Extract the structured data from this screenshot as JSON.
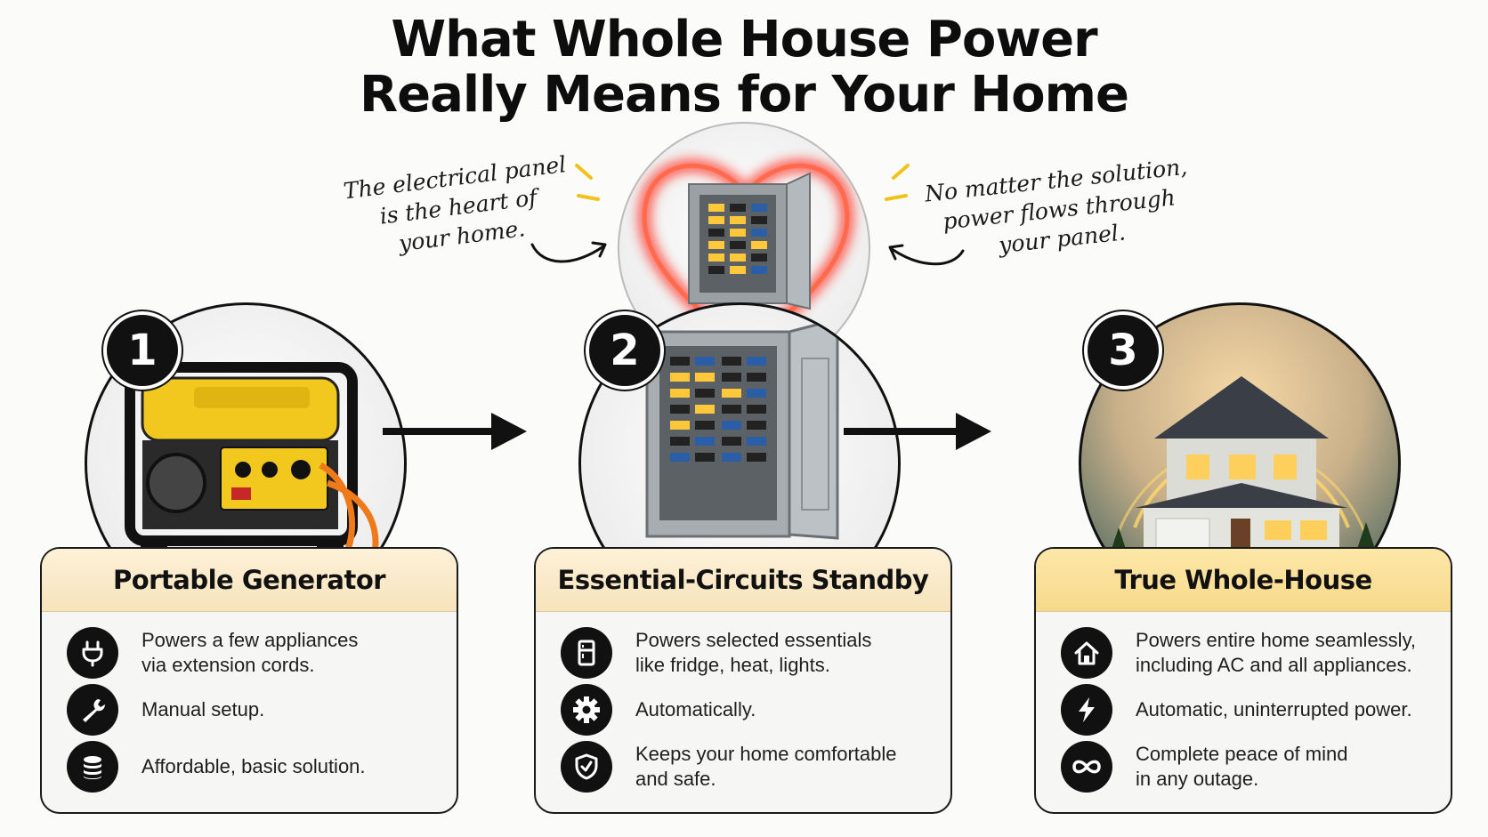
{
  "title": {
    "line1": "What Whole House Power",
    "line2": "Really Means for Your Home"
  },
  "notes": {
    "left": [
      "The electrical panel",
      "is the heart of",
      "your home."
    ],
    "right": [
      "No matter the solution,",
      "power flows through",
      "your panel."
    ]
  },
  "steps": [
    {
      "number": "1",
      "title": "Portable  Generator",
      "items": [
        {
          "icon": "plug-icon",
          "lines": [
            "Powers a few appliances",
            "via extension cords."
          ]
        },
        {
          "icon": "wrench-icon",
          "lines": [
            "Manual setup."
          ]
        },
        {
          "icon": "coins-icon",
          "lines": [
            "Affordable, basic solution."
          ]
        }
      ]
    },
    {
      "number": "2",
      "title": "Essential-Circuits Standby",
      "items": [
        {
          "icon": "fridge-icon",
          "lines": [
            "Powers selected essentials",
            "like fridge, heat, lights."
          ]
        },
        {
          "icon": "gear-icon",
          "lines": [
            "Automatically."
          ]
        },
        {
          "icon": "shield-check-icon",
          "lines": [
            "Keeps your home comfortable",
            "and safe."
          ]
        }
      ]
    },
    {
      "number": "3",
      "title": "True  Whole-House",
      "items": [
        {
          "icon": "house-icon",
          "lines": [
            "Powers entire home seamlessly,",
            "including AC and all appliances."
          ]
        },
        {
          "icon": "lightning-icon",
          "lines": [
            "Automatic, uninterrupted power."
          ]
        },
        {
          "icon": "infinity-icon",
          "lines": [
            "Complete peace of mind",
            "in any outage."
          ]
        }
      ]
    }
  ],
  "colors": {
    "heart_glow": "#ff3b2f",
    "generator_yellow": "#f2c81e",
    "header_cream": "#f7e3bb",
    "header_gold": "#f7d98a",
    "breaker_glow": "#ffc83a"
  }
}
